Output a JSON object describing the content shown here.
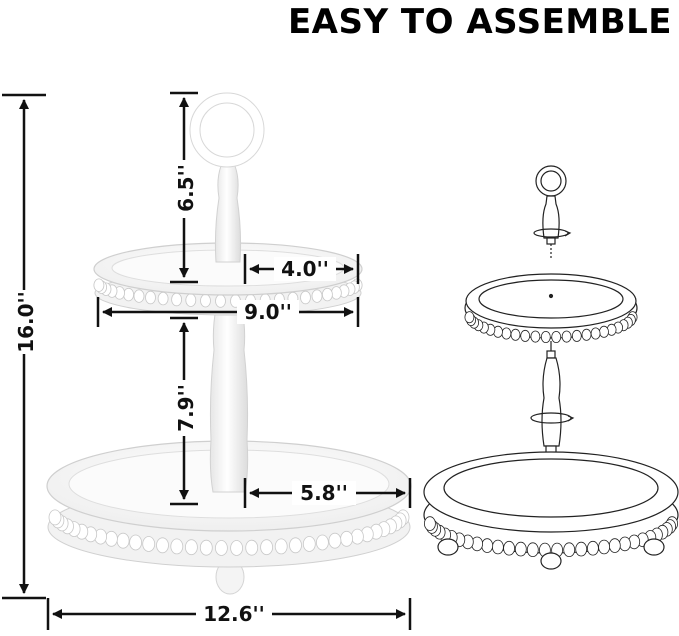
{
  "headline": "EASY TO ASSEMBLE",
  "dimensions": {
    "total_height": "16.0''",
    "top_post_height": "6.5''",
    "top_tray_inner_radius": "4.0''",
    "top_tray_diameter": "9.0''",
    "bottom_post_height": "7.9''",
    "bottom_tray_inner_radius": "5.8''",
    "bottom_tray_diameter": "12.6''"
  },
  "colors": {
    "line": "#111111",
    "product_fill": "#ffffff",
    "product_shade": "#e9e9e9",
    "product_edge": "#c9c9c9"
  }
}
